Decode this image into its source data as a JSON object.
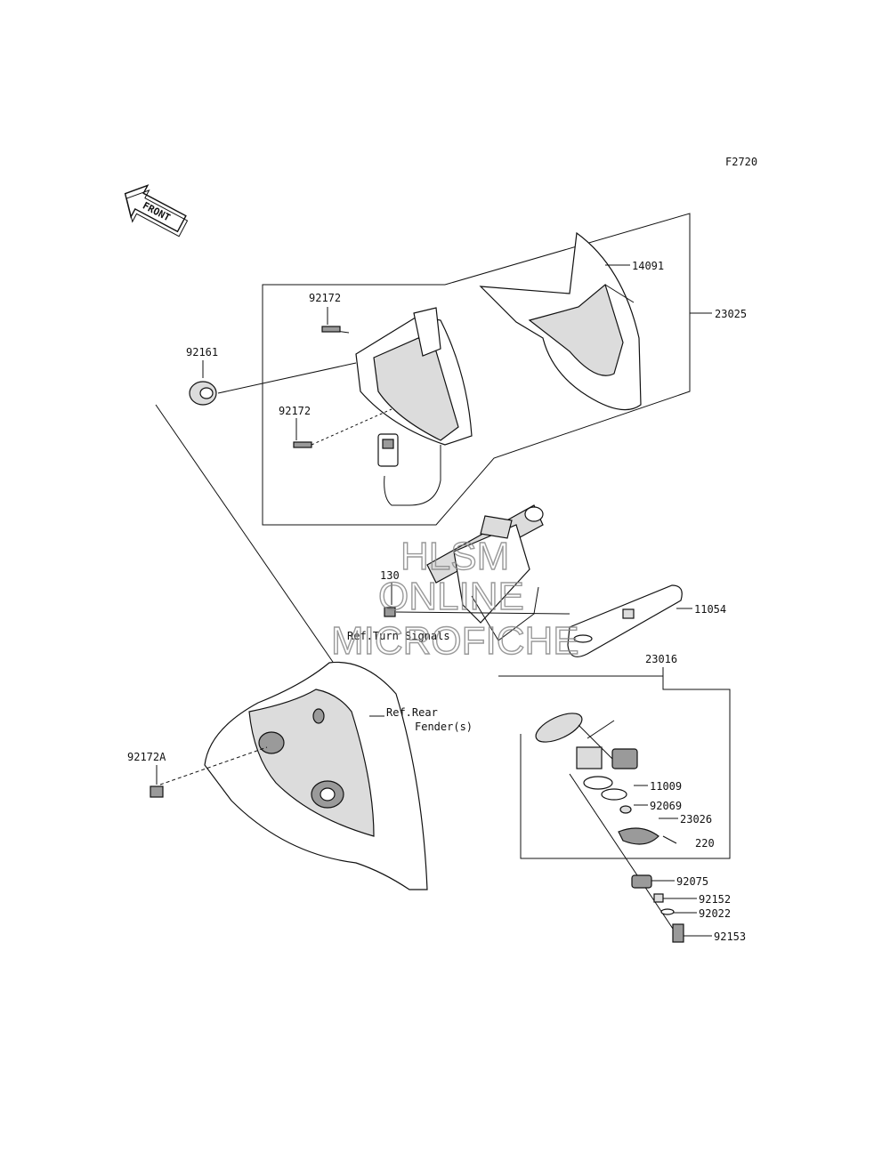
{
  "figure_code": "F2720",
  "front_arrow": {
    "text": "FRONT",
    "icon": "front-direction-arrow-icon"
  },
  "watermark": {
    "line1": "HLSM",
    "line2": "ONLINE",
    "line3": "MICROFICHE"
  },
  "parts": {
    "p14091": "14091",
    "p23025": "23025",
    "p92172_top": "92172",
    "p92172_mid": "92172",
    "p92161": "92161",
    "p130": "130",
    "p11054": "11054",
    "p23016": "23016",
    "p11009": "11009",
    "p92069": "92069",
    "p23026": "23026",
    "p220": "220",
    "p92172A": "92172A",
    "p92075": "92075",
    "p92152": "92152",
    "p92022": "92022",
    "p92153": "92153"
  },
  "refs": {
    "turn_signals": "Ref.Turn Signals",
    "rear_fender_1": "Ref.Rear",
    "rear_fender_2": "Fender(s)"
  }
}
